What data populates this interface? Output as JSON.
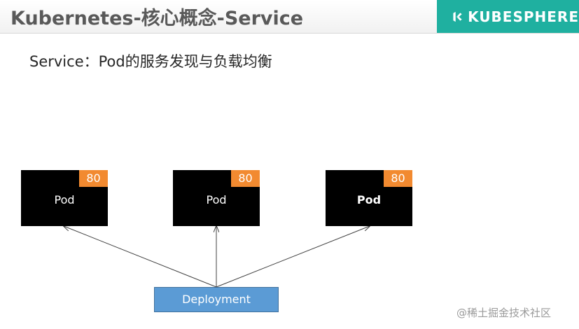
{
  "header": {
    "title": "Kubernetes-核心概念-Service",
    "brand_name": "KUBESPHERE",
    "brand_logo_icon": "kubesphere-logo-icon",
    "brand_color": "#1fb0a0"
  },
  "subtitle": "Service：Pod的服务发现与负载均衡",
  "diagram": {
    "pods": [
      {
        "label": "Pod",
        "port": "80",
        "bold": false
      },
      {
        "label": "Pod",
        "port": "80",
        "bold": false
      },
      {
        "label": "Pod",
        "port": "80",
        "bold": true
      }
    ],
    "deployment": {
      "label": "Deployment",
      "color": "#5b9bd5"
    },
    "edges": [
      {
        "from": "deployment",
        "to": "pod-1",
        "arrow": "to"
      },
      {
        "from": "deployment",
        "to": "pod-2",
        "arrow": "to"
      },
      {
        "from": "deployment",
        "to": "pod-3",
        "arrow": "to"
      }
    ],
    "pod_color": "#000000",
    "port_color": "#f28a30"
  },
  "watermark": "@稀土掘金技术社区"
}
